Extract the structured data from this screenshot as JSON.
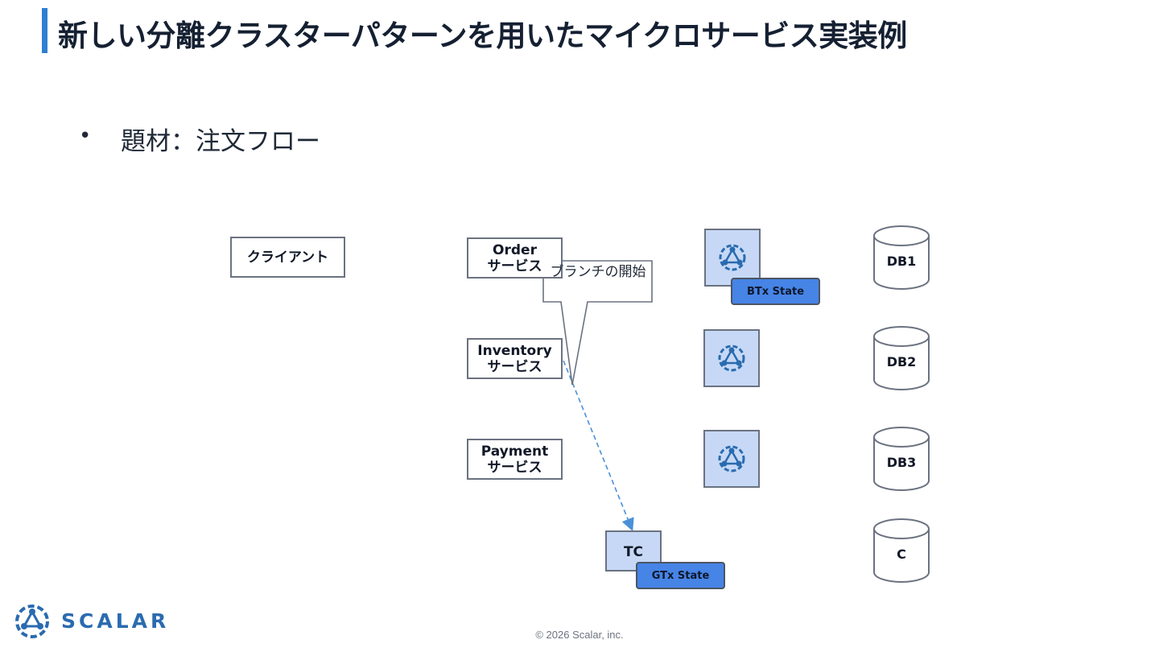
{
  "slide": {
    "title": "新しい分離クラスターパターンを用いたマイクロサービス実装例",
    "bullet_marker": "•",
    "bullet": "題材：注文フロー",
    "footer": "© 2026 Scalar, inc.",
    "logo_text": "SCALAR"
  },
  "diagram": {
    "client": "クライアント",
    "services": [
      {
        "name": "Order",
        "suffix": "サービス"
      },
      {
        "name": "Inventory",
        "suffix": "サービス"
      },
      {
        "name": "Payment",
        "suffix": "サービス"
      }
    ],
    "tc": "TC",
    "gtx_state": "GTx State",
    "btx_state": "BTx State",
    "callout": "ブランチの開始",
    "databases": [
      "DB1",
      "DB2",
      "DB3",
      "C"
    ]
  },
  "colors": {
    "accent": "#2f7fd0",
    "node_fill": "#c6d8f5",
    "state_fill": "#4684e6",
    "arrow": "#4a90d9"
  },
  "icons": [
    "scalar-cluster-icon",
    "scalar-logo-icon"
  ]
}
